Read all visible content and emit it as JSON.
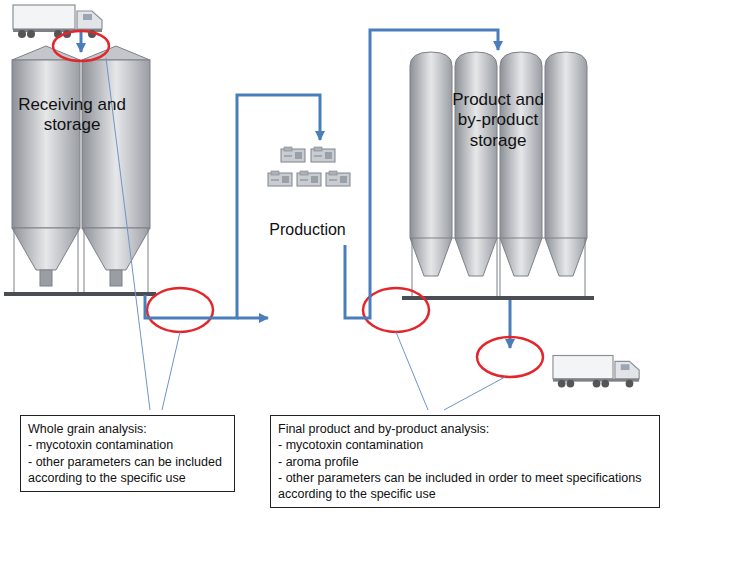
{
  "diagram": {
    "nodes": [
      {
        "text": [
          "Receiving and storage"
        ]
      },
      {
        "text": [
          "Production"
        ]
      },
      {
        "text": [
          "Product and by-product storage"
        ]
      },
      {
        "text": [
          "Whole grain analysis:",
          "- mycotoxin contamination",
          "- other parameters can be included according to the specific use"
        ]
      },
      {
        "text": [
          "Final product and by-product analysis:",
          "- mycotoxin contamination",
          "- aroma profile",
          "- other parameters can be included in order to meet specifications according to the specific use"
        ]
      }
    ],
    "edges": [
      {
        "from": 0,
        "to": 1,
        "arrow": "to"
      },
      {
        "from": 1,
        "to": 2,
        "arrow": "to"
      }
    ]
  }
}
